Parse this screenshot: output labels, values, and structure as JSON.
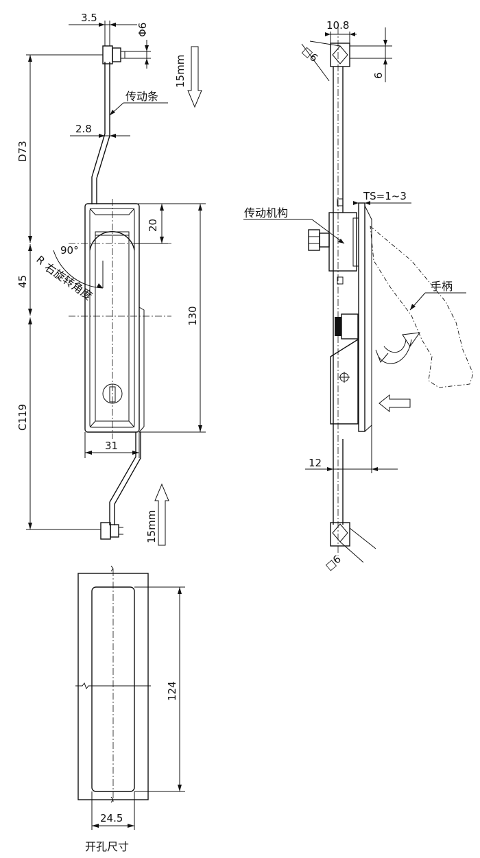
{
  "labels": {
    "transmission_bar": "传动条",
    "transmission_mechanism": "传动机构",
    "handle": "手柄",
    "rotation_angle": "右旋转角度",
    "r_prefix": "R",
    "angle_90": "90°",
    "cutout_size": "开孔尺寸"
  },
  "dimensions": {
    "d_3_5": "3.5",
    "d_phi6": "Φ6",
    "d_15mm_top": "15mm",
    "d_2_8": "2.8",
    "d_D73": "D73",
    "d_20": "20",
    "d_45": "45",
    "d_130": "130",
    "d_C119": "C119",
    "d_31": "31",
    "d_15mm_bottom": "15mm",
    "d_10_8": "10.8",
    "d_sq6_top": "□6",
    "d_6_right": "6",
    "d_TS": "TS=1~3",
    "d_12": "12",
    "d_sq6_bottom": "□6",
    "d_124": "124",
    "d_24_5": "24.5"
  }
}
